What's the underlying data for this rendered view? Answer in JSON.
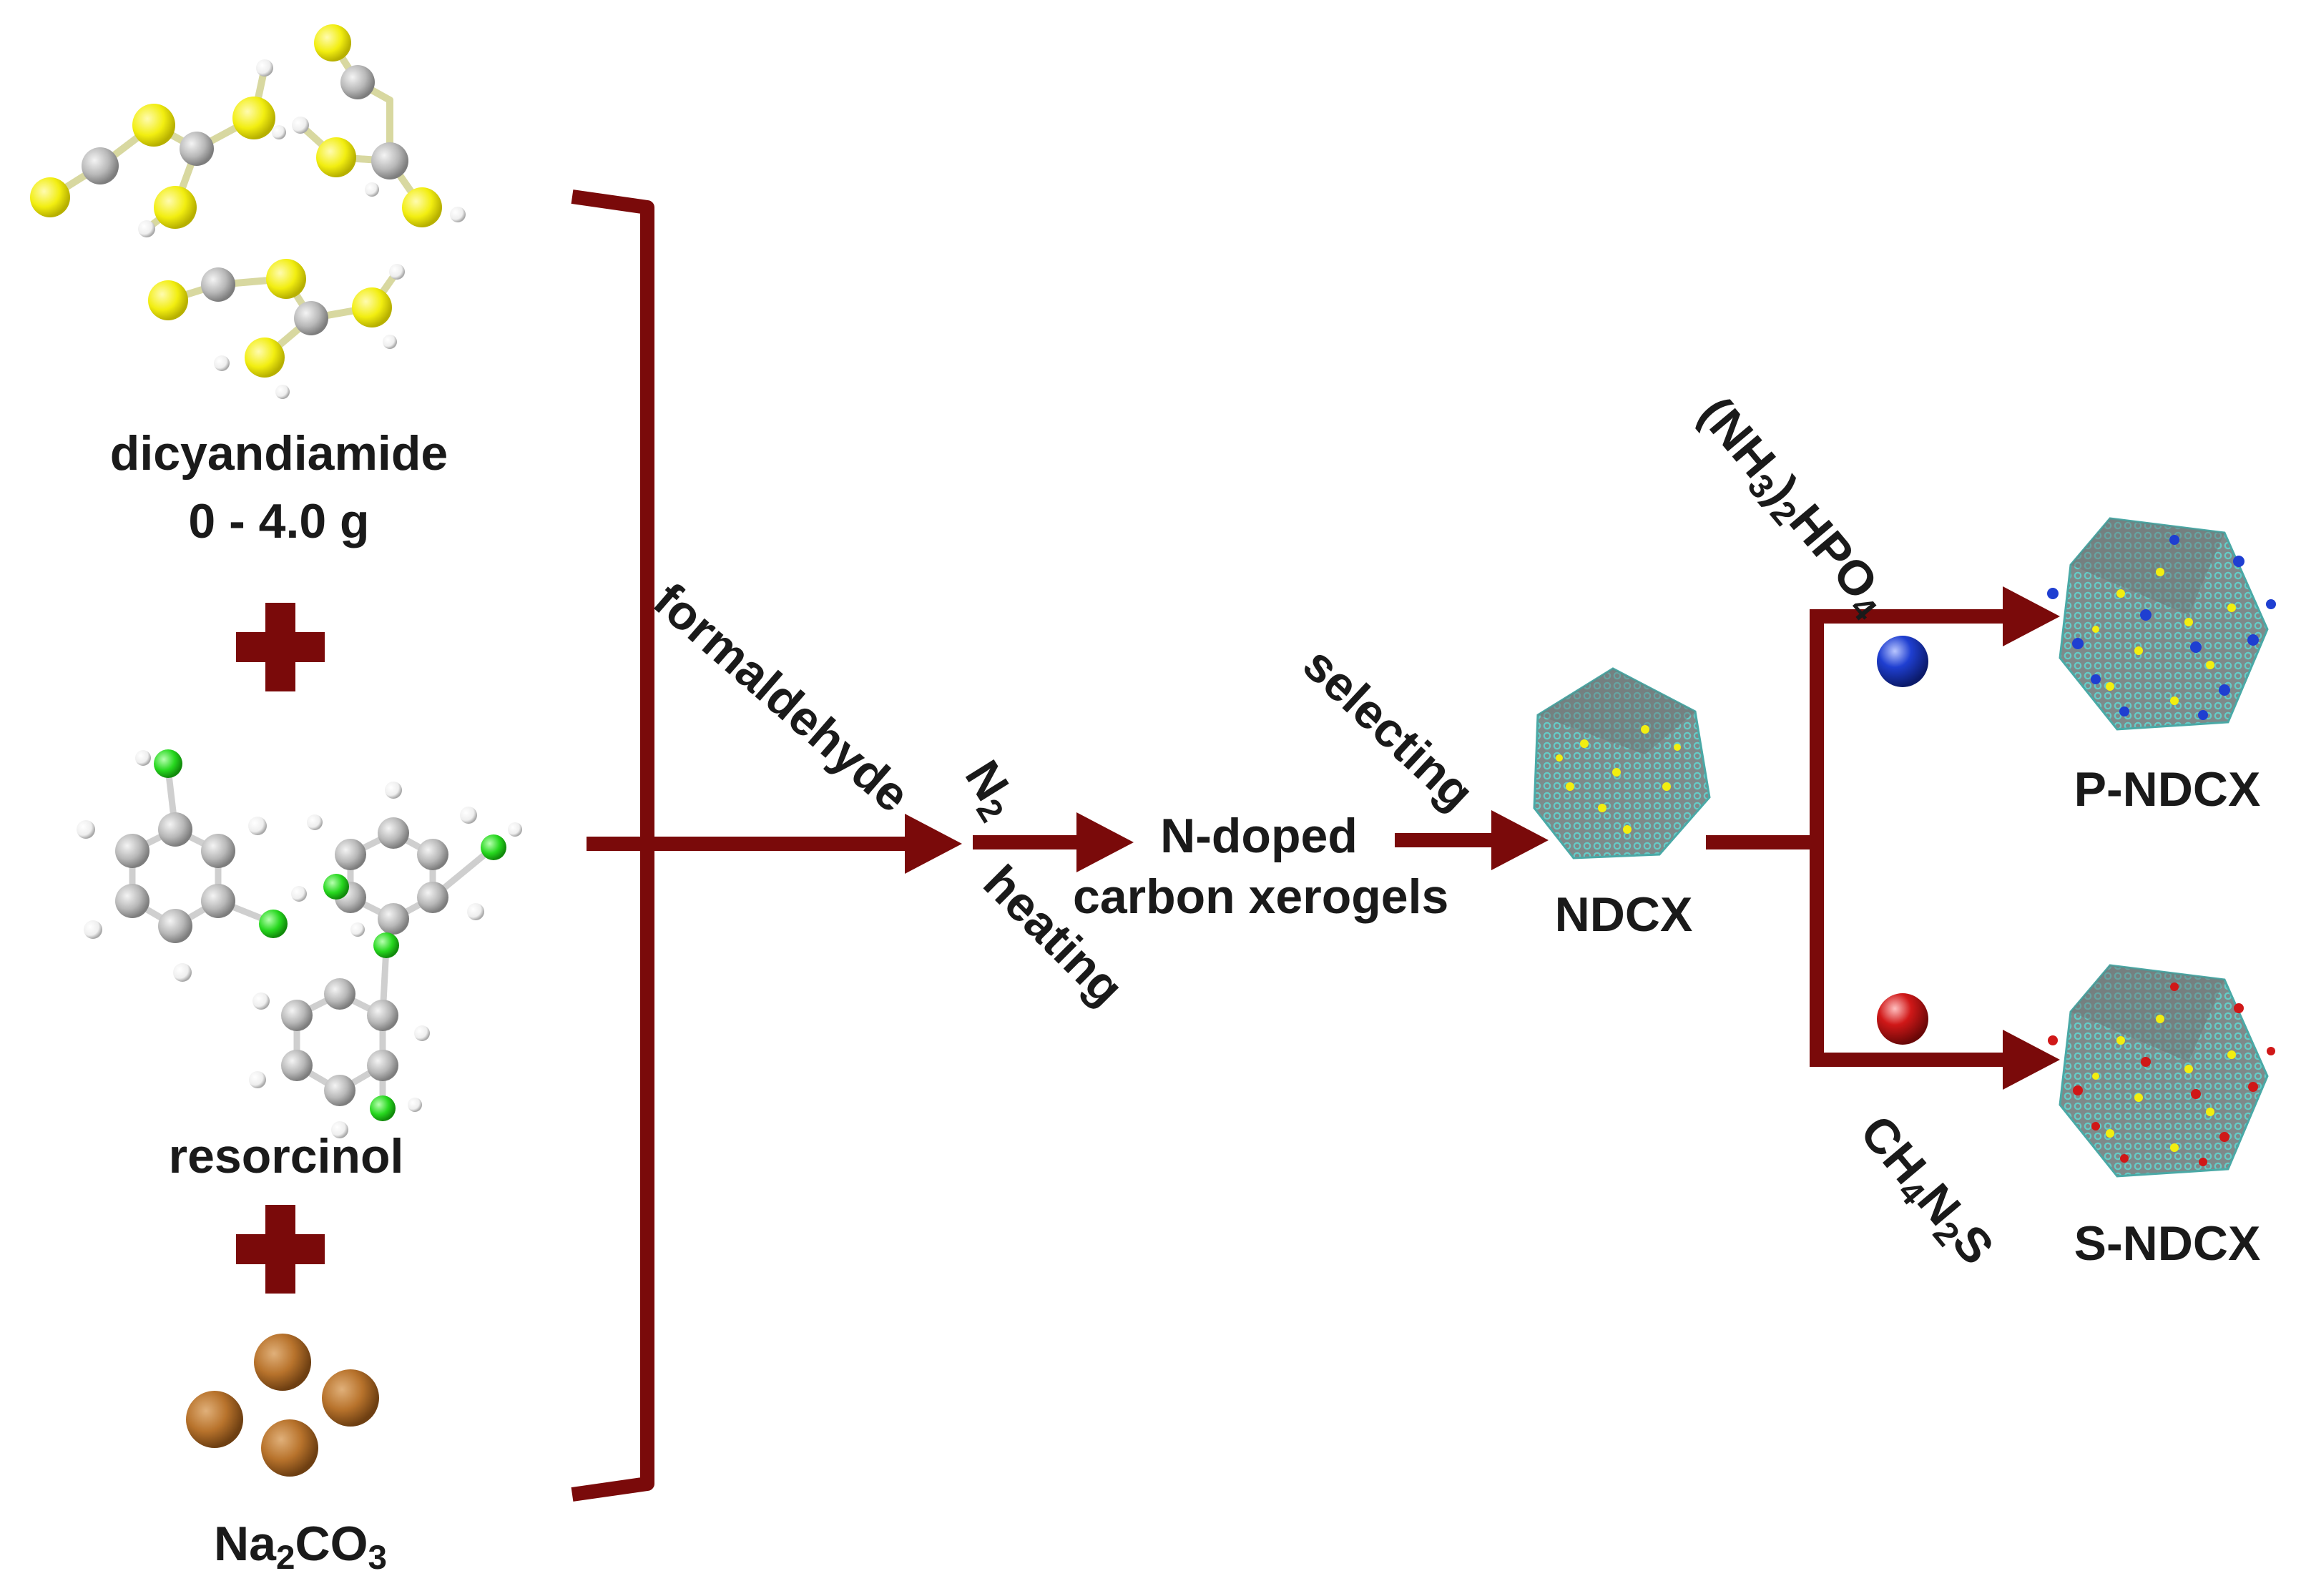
{
  "reactants": {
    "dicyandiamide": {
      "name": "dicyandiamide",
      "amount": "0 - 4.0 g"
    },
    "resorcinol": {
      "name": "resorcinol"
    },
    "sodium_carbonate": {
      "formula_base": "Na",
      "formula_sub1": "2",
      "formula_mid": "CO",
      "formula_sub2": "3"
    }
  },
  "steps": {
    "formaldehyde": "formaldehyde",
    "n2_base": "N",
    "n2_sub": "2",
    "heating": "heating",
    "intermediate_line1": "N-doped",
    "intermediate_line2": "carbon xerogels",
    "selecting": "selecting",
    "ndcx": "NDCX"
  },
  "branches": {
    "phosphorus": {
      "reagent_open": "(NH",
      "reagent_sub1": "3",
      "reagent_mid": ")",
      "reagent_sub2": "2",
      "reagent_mid2": "HPO",
      "reagent_sub3": "4",
      "product": "P-NDCX",
      "dopant_color": "#1f3fd1"
    },
    "sulfur": {
      "reagent_a": "CH",
      "reagent_sub1": "4",
      "reagent_b": "N",
      "reagent_sub2": "2",
      "reagent_c": "S",
      "product": "S-NDCX",
      "dopant_color": "#d01818"
    }
  },
  "colors": {
    "arrow": "#7a0a0a",
    "nitrogen_atom": "#f2ee10",
    "carbon_atom": "#b8b8b8",
    "hydrogen_atom": "#f4f4f4",
    "oxygen_atom": "#27d81f",
    "sodium_carbonate": "#b8732c",
    "crystal_fill": "#8a8f8f",
    "crystal_lattice": "#5fc6c2"
  }
}
